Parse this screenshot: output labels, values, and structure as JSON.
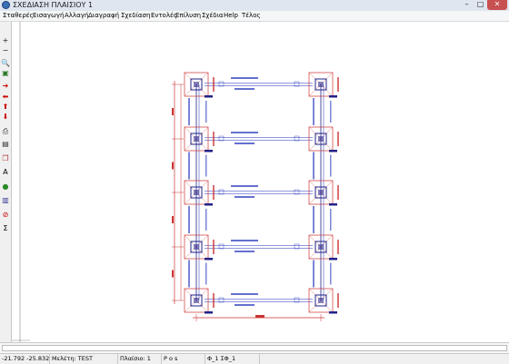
{
  "window": {
    "title": "ΣΧΕΔΙΑΣΗ ΠΛΑΙΣΙΟΥ 1",
    "minimize_glyph": "–",
    "maximize_glyph": "□",
    "close_glyph": "✕"
  },
  "menu": [
    "Σταθερές",
    "Εισαγωγή",
    "Αλλαγή",
    "Διαγραφή",
    "Σχεδίαση",
    "Εντολές",
    "Επίλυση",
    "Σχέδια",
    "Help",
    "Τέλος"
  ],
  "toolbar": [
    {
      "icon": "plus-icon",
      "glyph": "+",
      "color": "#222222"
    },
    {
      "icon": "minus-icon",
      "glyph": "−",
      "color": "#222222"
    },
    {
      "icon": "zoom-icon",
      "glyph": "🔍",
      "color": "#222222"
    },
    {
      "icon": "select-window-icon",
      "glyph": "▣",
      "color": "#2a7a2a"
    },
    {
      "icon": "arrow-right-icon",
      "glyph": "➔",
      "color": "#cc0000"
    },
    {
      "icon": "arrow-left-icon",
      "glyph": "⬅",
      "color": "#cc0000"
    },
    {
      "icon": "arrow-up-icon",
      "glyph": "⬆",
      "color": "#cc0000"
    },
    {
      "icon": "arrow-down-icon",
      "glyph": "⬇",
      "color": "#cc0000"
    },
    {
      "icon": "print-icon",
      "glyph": "⎙",
      "color": "#333333"
    },
    {
      "icon": "document-icon",
      "glyph": "▤",
      "color": "#333333"
    },
    {
      "icon": "copy-icon",
      "glyph": "❐",
      "color": "#b03030"
    },
    {
      "icon": "text-icon",
      "glyph": "A",
      "color": "#000000"
    },
    {
      "icon": "globe-icon",
      "glyph": "●",
      "color": "#2a8a2a"
    },
    {
      "icon": "chart-icon",
      "glyph": "▥",
      "color": "#333399"
    },
    {
      "icon": "stop-icon",
      "glyph": "⊘",
      "color": "#cc0000"
    },
    {
      "icon": "sum-icon",
      "glyph": "Σ",
      "color": "#000000"
    }
  ],
  "status": {
    "coords": "-21.792 -25.832",
    "study": "Μελέτη: TEST",
    "frame": "Πλαίσιο: 1",
    "mode": "P o s",
    "phi": "Φ_1  ΣΦ_1"
  },
  "colors": {
    "beam": "#2233bb",
    "column": "#222288",
    "footing": "#cc3333",
    "dimension": "#cc3333"
  }
}
